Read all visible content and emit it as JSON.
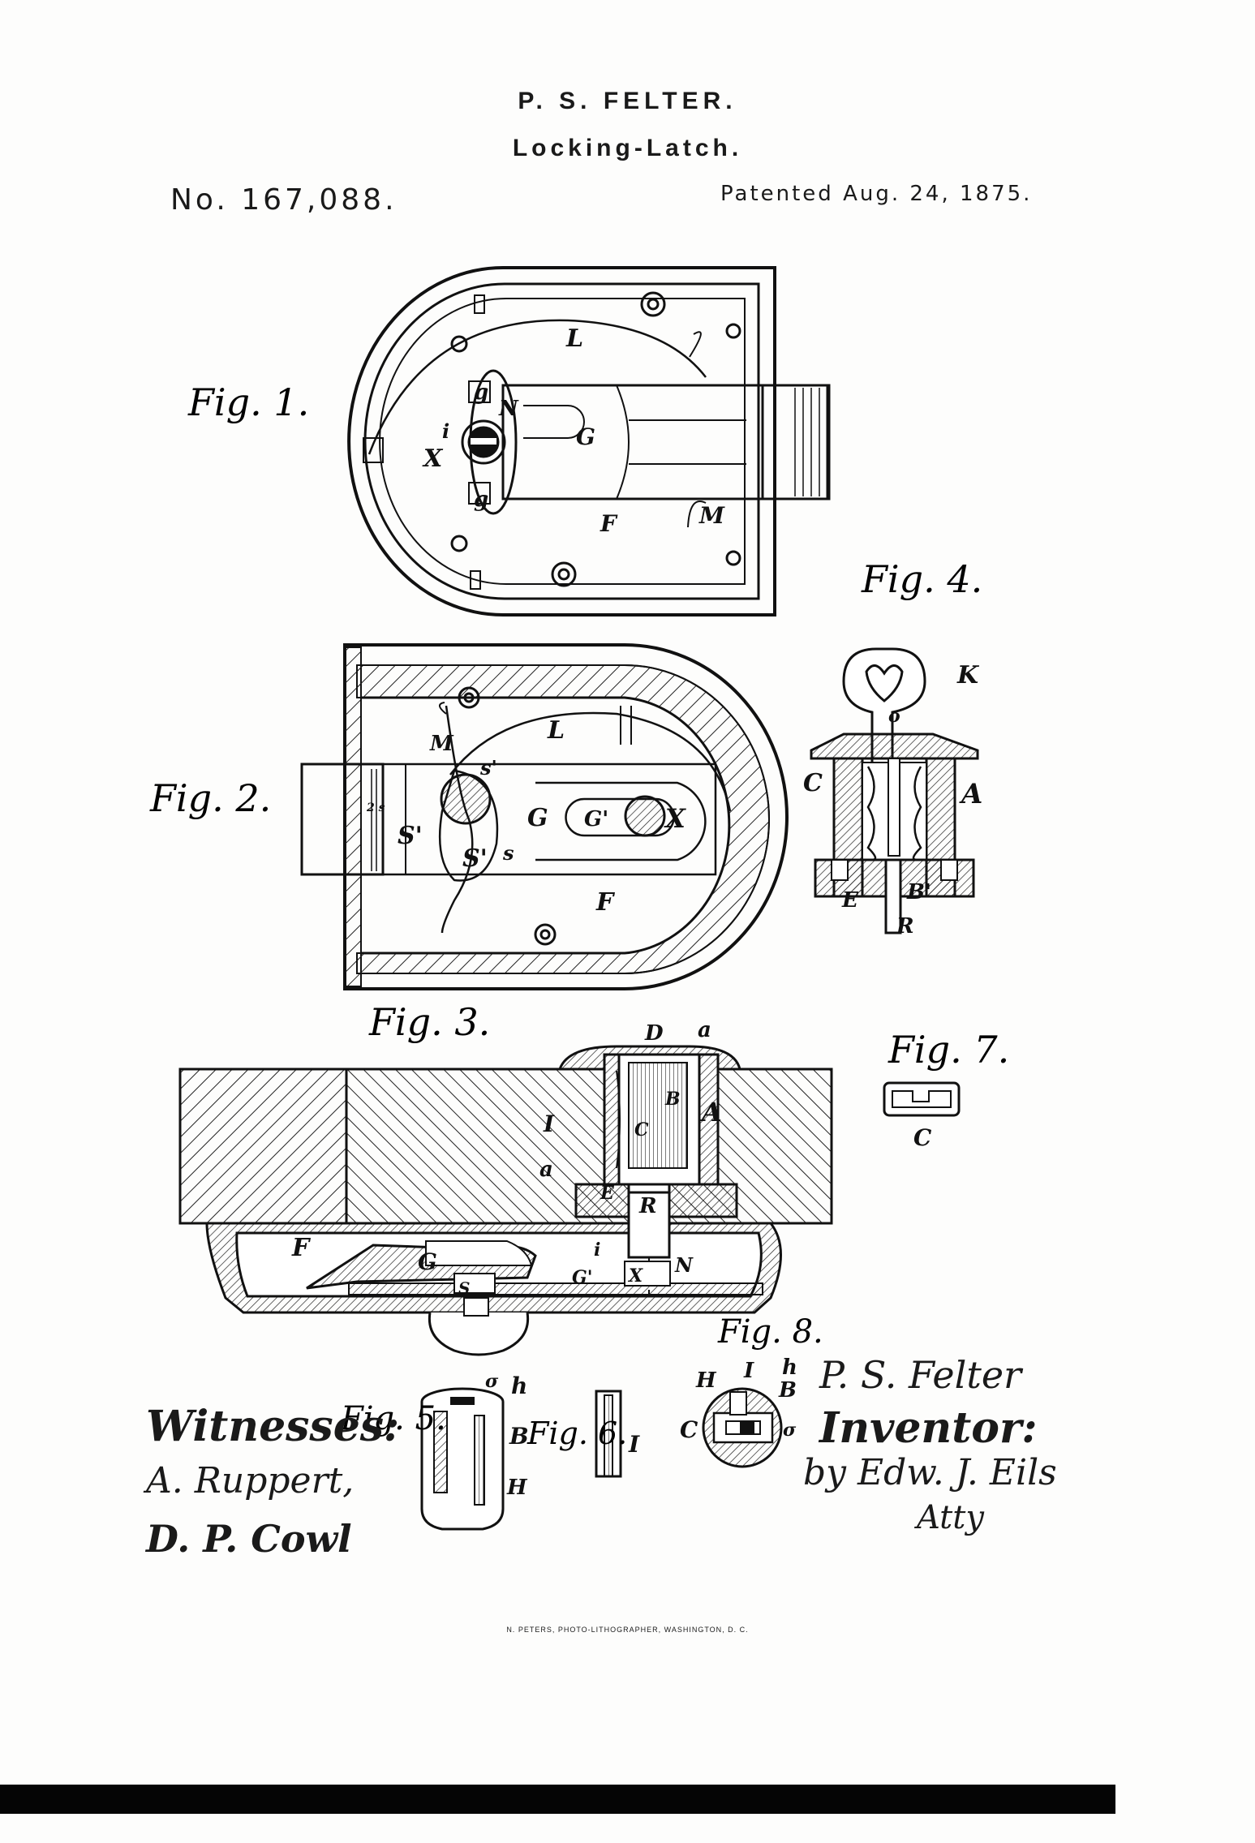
{
  "header": {
    "inventor_name": "P. S. FELTER.",
    "title": "Locking-Latch.",
    "patent_number": "No. 167,088.",
    "patent_date": "Patented Aug. 24, 1875."
  },
  "figures": {
    "fig1": "Fig. 1.",
    "fig2": "Fig. 2.",
    "fig3": "Fig. 3.",
    "fig4": "Fig. 4.",
    "fig5": "Fig. 5.",
    "fig6": "Fig. 6.",
    "fig7": "Fig. 7.",
    "fig8": "Fig. 8."
  },
  "labels": {
    "fig1": {
      "L": "L",
      "g_top": "g",
      "N": "N",
      "i": "i",
      "X": "X",
      "G": "G",
      "g_bottom": "g",
      "F": "F",
      "M": "M"
    },
    "fig2": {
      "L": "L",
      "M": "M",
      "s_prime": "s'",
      "S_left": "S'",
      "S": "S'",
      "s": "s",
      "s2": "2 s",
      "G": "G",
      "G_prime": "G'",
      "X": "X",
      "F": "F"
    },
    "fig3": {
      "D": "D",
      "a_top": "a",
      "B": "B",
      "A": "A",
      "I": "I",
      "C": "C",
      "a": "a",
      "E": "E",
      "R": "R",
      "F": "F",
      "G": "G",
      "i": "i",
      "G_prime": "G'",
      "N": "N",
      "X": "X",
      "S": "S"
    },
    "fig4": {
      "K": "K",
      "o": "o",
      "C": "C",
      "A": "A",
      "E": "E",
      "B_prime": "B'",
      "R": "R"
    },
    "fig5": {
      "sigma": "σ",
      "h": "h",
      "B": "B",
      "H": "H"
    },
    "fig6": {
      "I": "I"
    },
    "fig7": {
      "C": "C"
    },
    "fig8": {
      "H": "H",
      "I": "I",
      "h": "h",
      "B": "B",
      "C": "C",
      "sigma": "σ"
    }
  },
  "signatures": {
    "witnesses_label": "Witnesses:",
    "witness_1": "A. Ruppert,",
    "witness_2": "D. P. Cowl",
    "inventor_signature": "P. S. Felter",
    "inventor_label": "Inventor:",
    "attorney_signature": "by Edw. J. Eils",
    "attorney_abbr": "Atty"
  },
  "footer": {
    "printer": "N. PETERS, PHOTO-LITHOGRAPHER, WASHINGTON, D. C."
  }
}
